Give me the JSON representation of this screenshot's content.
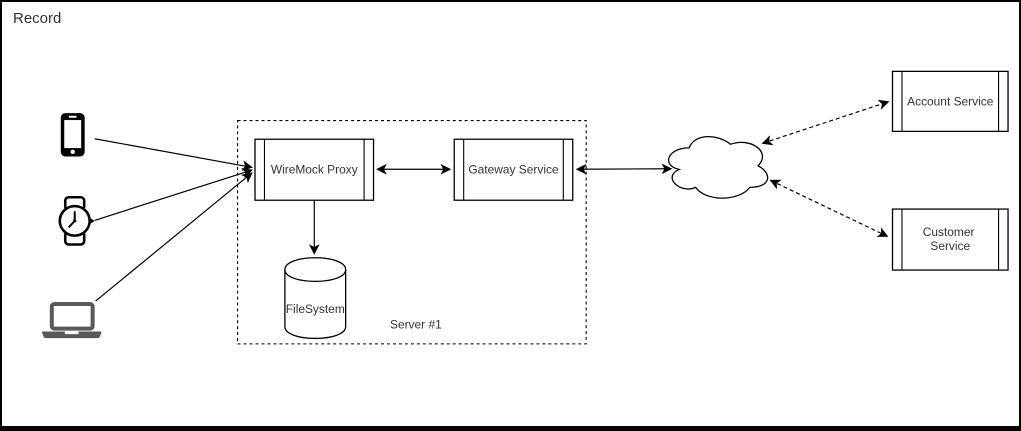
{
  "title": "Record",
  "diagram": {
    "server_group_label": "Server #1",
    "nodes": {
      "wiremock": "WireMock Proxy",
      "gateway": "Gateway Service",
      "filesystem": "FileSystem",
      "account": "Account Service",
      "customer_line1": "Customer",
      "customer_line2": "Service"
    },
    "icons": [
      "smartphone-icon",
      "smartwatch-icon",
      "laptop-icon",
      "cloud-icon",
      "database-cylinder-icon",
      "arrowhead-icon"
    ],
    "colors": {
      "stroke": "#000000",
      "label_text": "#333333",
      "laptop_gray": "#595959",
      "background": "#ffffff"
    },
    "connections": [
      {
        "from": "smartphone",
        "to": "wiremock-proxy",
        "style": "solid",
        "arrows": "end"
      },
      {
        "from": "smartwatch",
        "to": "wiremock-proxy",
        "style": "solid",
        "arrows": "end"
      },
      {
        "from": "laptop",
        "to": "wiremock-proxy",
        "style": "solid",
        "arrows": "end"
      },
      {
        "from": "wiremock-proxy",
        "to": "gateway-service",
        "style": "solid",
        "arrows": "both"
      },
      {
        "from": "wiremock-proxy",
        "to": "filesystem",
        "style": "solid",
        "arrows": "end"
      },
      {
        "from": "gateway-service",
        "to": "cloud",
        "style": "solid",
        "arrows": "both"
      },
      {
        "from": "cloud",
        "to": "account-service",
        "style": "dashed",
        "arrows": "both"
      },
      {
        "from": "cloud",
        "to": "customer-service",
        "style": "dashed",
        "arrows": "both"
      }
    ]
  }
}
